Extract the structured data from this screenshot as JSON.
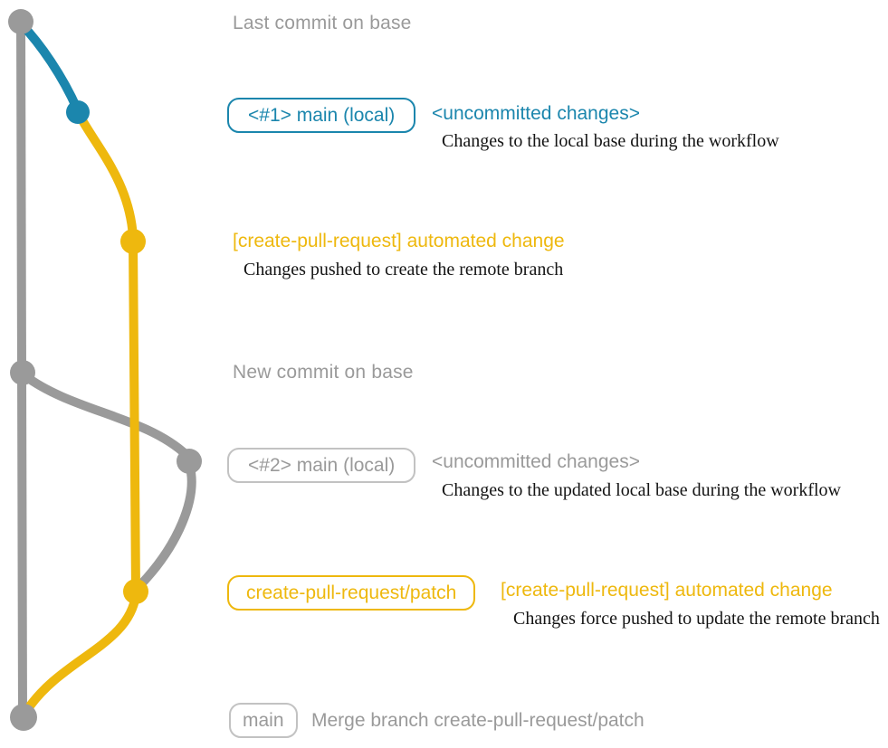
{
  "colors": {
    "gray": "#9a9a9a",
    "gray_border": "#c2c2c2",
    "blue": "#1b86ad",
    "yellow": "#eeb80e",
    "ink": "#141414"
  },
  "sections": {
    "last_base": {
      "header": "Last commit on base"
    },
    "local_main_1": {
      "branch": "<#1> main (local)",
      "status": "<uncommitted changes>",
      "note": "Changes to the local base during the workflow"
    },
    "patch_create": {
      "message": "[create-pull-request] automated change",
      "note": "Changes pushed to create the remote branch"
    },
    "new_base": {
      "header": "New commit on base"
    },
    "local_main_2": {
      "branch": "<#2> main (local)",
      "status": "<uncommitted changes>",
      "note": "Changes to the updated local base during the workflow"
    },
    "patch_update": {
      "branch": "create-pull-request/patch",
      "message": "[create-pull-request] automated change",
      "note": "Changes force pushed to update the remote branch"
    },
    "merge": {
      "branch": "main",
      "message": "Merge branch create-pull-request/patch"
    }
  }
}
